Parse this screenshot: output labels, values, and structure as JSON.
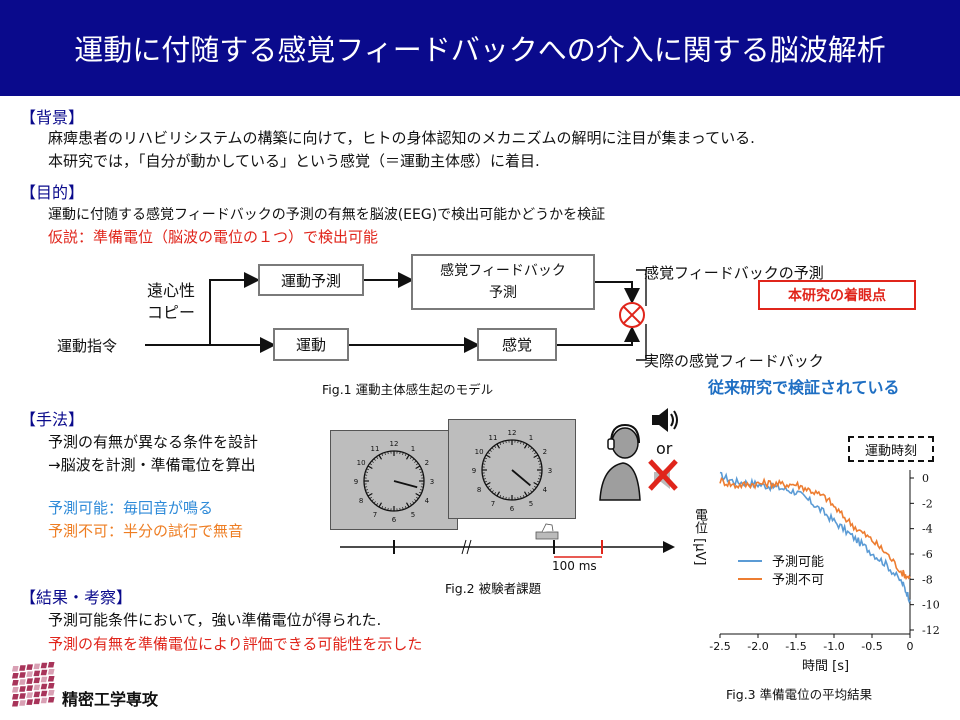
{
  "title": "運動に付随する感覚フィードバックへの介入に関する脳波解析",
  "background": {
    "heading": "【背景】",
    "line1": "麻痺患者のリハビリシステムの構築に向けて，ヒトの身体認知のメカニズムの解明に注目が集まっている.",
    "line2": "本研究では，「自分が動かしている」という感覚（＝運動主体感）に着目."
  },
  "purpose": {
    "heading": "【目的】",
    "line1": "運動に付随する感覚フィードバックの予測の有無を脳波(EEG)で検出可能かどうかを検証",
    "line2": "仮説：準備電位（脳波の電位の１つ）で検出可能"
  },
  "model": {
    "efference_copy_1": "遠心性",
    "efference_copy_2": "コピー",
    "motor_command": "運動指令",
    "motor_prediction": "運動予測",
    "sensory_fb_prediction_1": "感覚フィードバック",
    "sensory_fb_prediction_2": "予測",
    "movement": "運動",
    "sensation": "感覚",
    "predicted_fb_label": "感覚フィードバックの予測",
    "focus_badge": "本研究の着眼点",
    "actual_fb_label": "実際の感覚フィードバック",
    "prior_work": "従来研究で検証されている",
    "caption": "Fig.1 運動主体感生起のモデル"
  },
  "method": {
    "heading": "【手法】",
    "line1": "予測の有無が異なる条件を設計",
    "line2": "→脳波を計測・準備電位を算出",
    "predictable": "予測可能：毎回音が鳴る",
    "unpredictable": "予測不可：半分の試行で無音",
    "or_label": "or",
    "delay": "100 ms",
    "caption": "Fig.2 被験者課題",
    "clock_numbers": [
      "12",
      "1",
      "2",
      "3",
      "4",
      "5",
      "6",
      "7",
      "8",
      "9",
      "10",
      "11"
    ]
  },
  "results": {
    "heading": "【結果・考察】",
    "line1": "予測可能条件において，強い準備電位が得られた.",
    "line2": "予測の有無を準備電位により評価できる可能性を示した"
  },
  "logo": {
    "text": "精密工学専攻"
  },
  "chart_data": {
    "type": "line",
    "title": "",
    "annotation": "運動時刻",
    "xlabel": "時間 [s]",
    "ylabel": "電位 [μV]",
    "xlim": [
      -2.5,
      0
    ],
    "ylim": [
      -12,
      0
    ],
    "xticks": [
      "-2.5",
      "-2.0",
      "-1.5",
      "-1.0",
      "-0.5",
      "0"
    ],
    "yticks": [
      "0",
      "-2",
      "-4",
      "-6",
      "-8",
      "-10",
      "-12"
    ],
    "legend_position": "center-left",
    "caption": "Fig.3 準備電位の平均結果",
    "series": [
      {
        "name": "予測可能",
        "color": "#5b9bd5",
        "x": [
          -2.5,
          -2.3,
          -2.1,
          -1.9,
          -1.7,
          -1.5,
          -1.3,
          -1.1,
          -0.9,
          -0.7,
          -0.5,
          -0.3,
          -0.1,
          0
        ],
        "y": [
          0.2,
          -0.3,
          -0.4,
          -0.6,
          -0.8,
          -1.1,
          -1.9,
          -2.9,
          -3.9,
          -4.9,
          -5.9,
          -6.9,
          -8.3,
          -9.6
        ]
      },
      {
        "name": "予測不可",
        "color": "#ed7d31",
        "x": [
          -2.5,
          -2.3,
          -2.1,
          -1.9,
          -1.7,
          -1.5,
          -1.3,
          -1.1,
          -0.9,
          -0.7,
          -0.5,
          -0.3,
          -0.1,
          0
        ],
        "y": [
          -0.2,
          -0.6,
          -0.5,
          -0.4,
          -0.5,
          -0.5,
          -1.0,
          -1.6,
          -2.9,
          -4.0,
          -4.9,
          -6.0,
          -7.5,
          -7.9
        ]
      }
    ]
  }
}
